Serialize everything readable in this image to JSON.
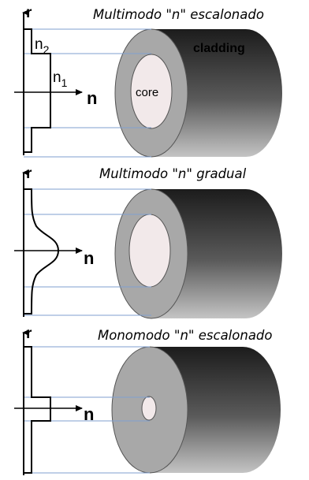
{
  "panels": [
    {
      "title": "Multimodo \"n\" escalonado",
      "axis_r": "r",
      "axis_n": "n",
      "n2_base": "n",
      "n2_sub": "2",
      "n1_base": "n",
      "n1_sub": "1",
      "cladding_label": "cladding",
      "core_label": "core",
      "profile": "step"
    },
    {
      "title": "Multimodo \"n\" gradual",
      "axis_r": "r",
      "axis_n": "n",
      "profile": "graded"
    },
    {
      "title": "Monomodo \"n\" escalonado",
      "axis_r": "r",
      "axis_n": "n",
      "profile": "step-narrow"
    }
  ],
  "colors": {
    "guide_line": "#7f9fcf",
    "cladding_face": "#a8a8a8",
    "core_face": "#f2e9ea",
    "body_dark": "#1c1c1c",
    "body_light": "#bdbdbd"
  }
}
